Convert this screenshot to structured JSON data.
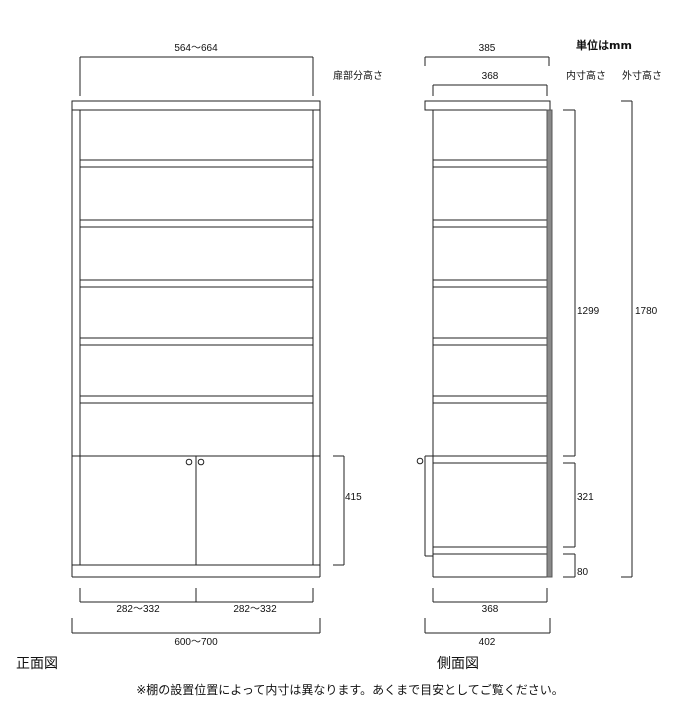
{
  "unit_label": "単位はmm",
  "headers": {
    "door_height": "扉部分高さ",
    "inner_height": "内寸高さ",
    "outer_height": "外寸高さ"
  },
  "front_view": {
    "label": "正面図",
    "top_width": "564～664",
    "door_height": "415",
    "door_left_width": "282～332",
    "door_right_width": "282～332",
    "overall_width": "600～700"
  },
  "side_view": {
    "label": "側面図",
    "top_depth": "385",
    "inner_depth_top": "368",
    "upper_inner_height": "1299",
    "lower_inner_height": "321",
    "plinth_height": "80",
    "total_height": "1780",
    "inner_depth_bottom": "368",
    "overall_depth": "402"
  },
  "note": "※棚の設置位置によって内寸は異なります。あくまで目安としてご覧ください。"
}
